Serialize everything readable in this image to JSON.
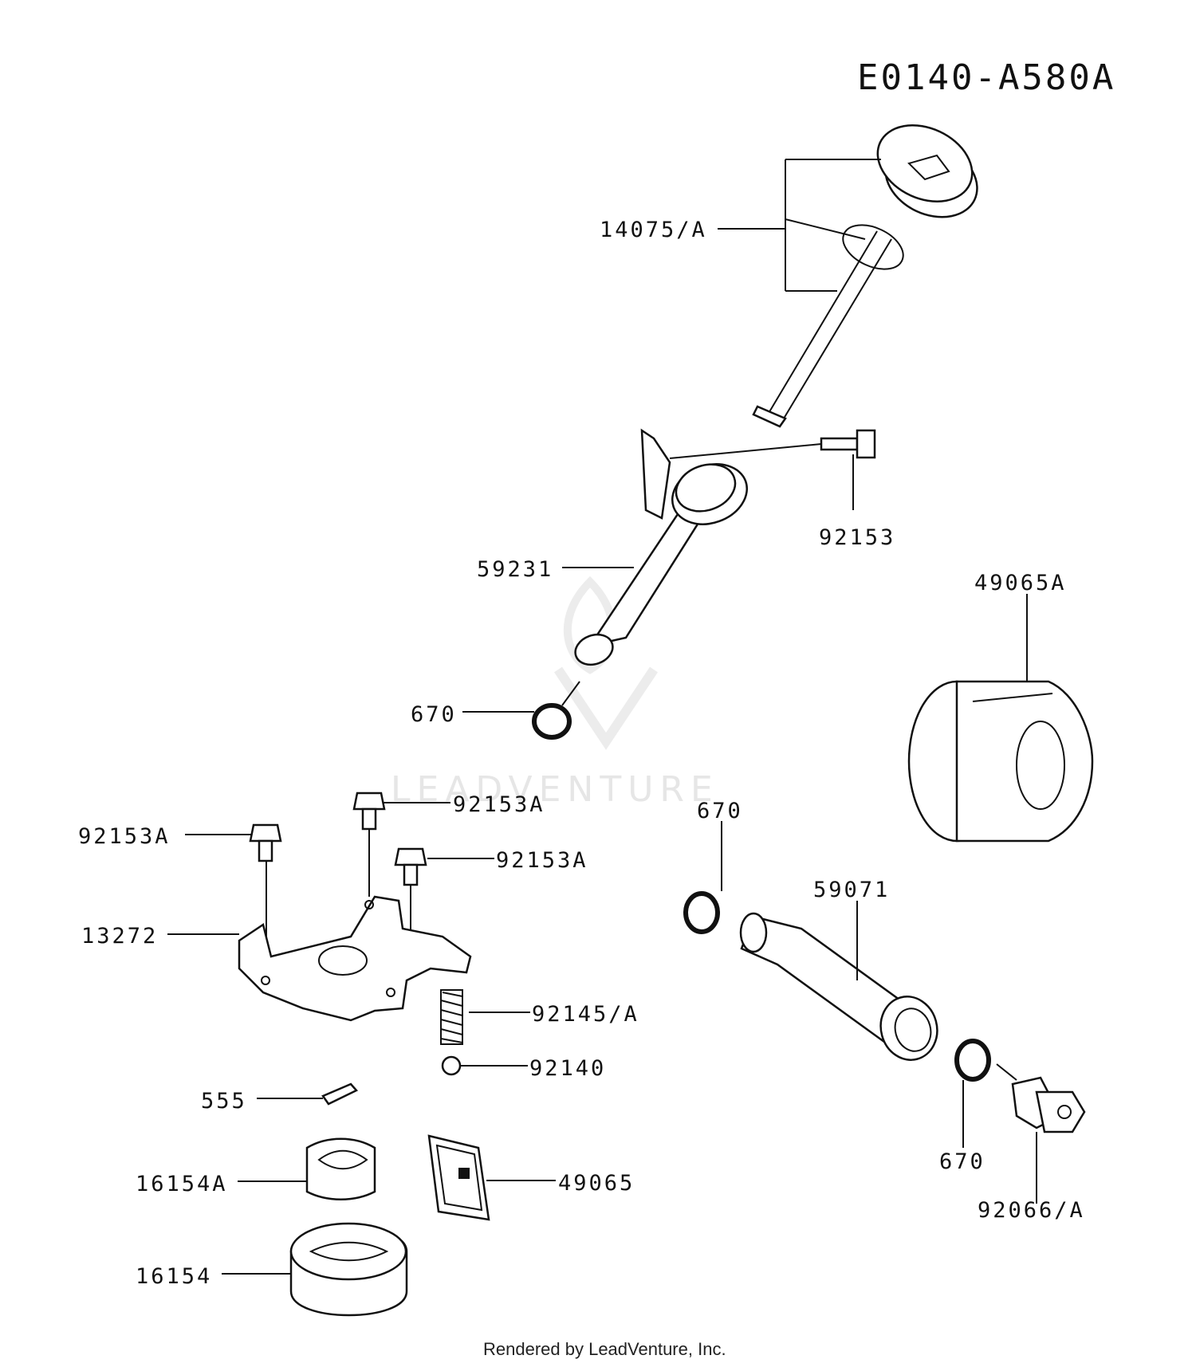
{
  "diagram_code": "E0140-A580A",
  "footer_text": "Rendered by LeadVenture, Inc.",
  "watermark_text": "LEADVENTURE",
  "parts": [
    {
      "id": "oil-gauge",
      "label": "14075/A"
    },
    {
      "id": "filler-pipe-bolt",
      "label": "92153"
    },
    {
      "id": "oil-filler-pipe",
      "label": "59231"
    },
    {
      "id": "oil-filter-cartridge",
      "label": "49065A"
    },
    {
      "id": "pipe-o-ring",
      "label": "670"
    },
    {
      "id": "cover-bolt-center",
      "label": "92153A"
    },
    {
      "id": "cover-bolt-left",
      "label": "92153A"
    },
    {
      "id": "cover-bolt-right",
      "label": "92153A"
    },
    {
      "id": "filter-o-ring-top",
      "label": "670"
    },
    {
      "id": "filter-fitting",
      "label": "59071"
    },
    {
      "id": "pump-cover",
      "label": "13272"
    },
    {
      "id": "relief-spring",
      "label": "92145/A"
    },
    {
      "id": "relief-ball",
      "label": "92140"
    },
    {
      "id": "pin",
      "label": "555"
    },
    {
      "id": "filter-o-ring-bottom",
      "label": "670"
    },
    {
      "id": "drain-plug",
      "label": "92066/A"
    },
    {
      "id": "inner-rotor",
      "label": "16154A"
    },
    {
      "id": "oil-screen",
      "label": "49065"
    },
    {
      "id": "outer-rotor",
      "label": "16154"
    }
  ]
}
